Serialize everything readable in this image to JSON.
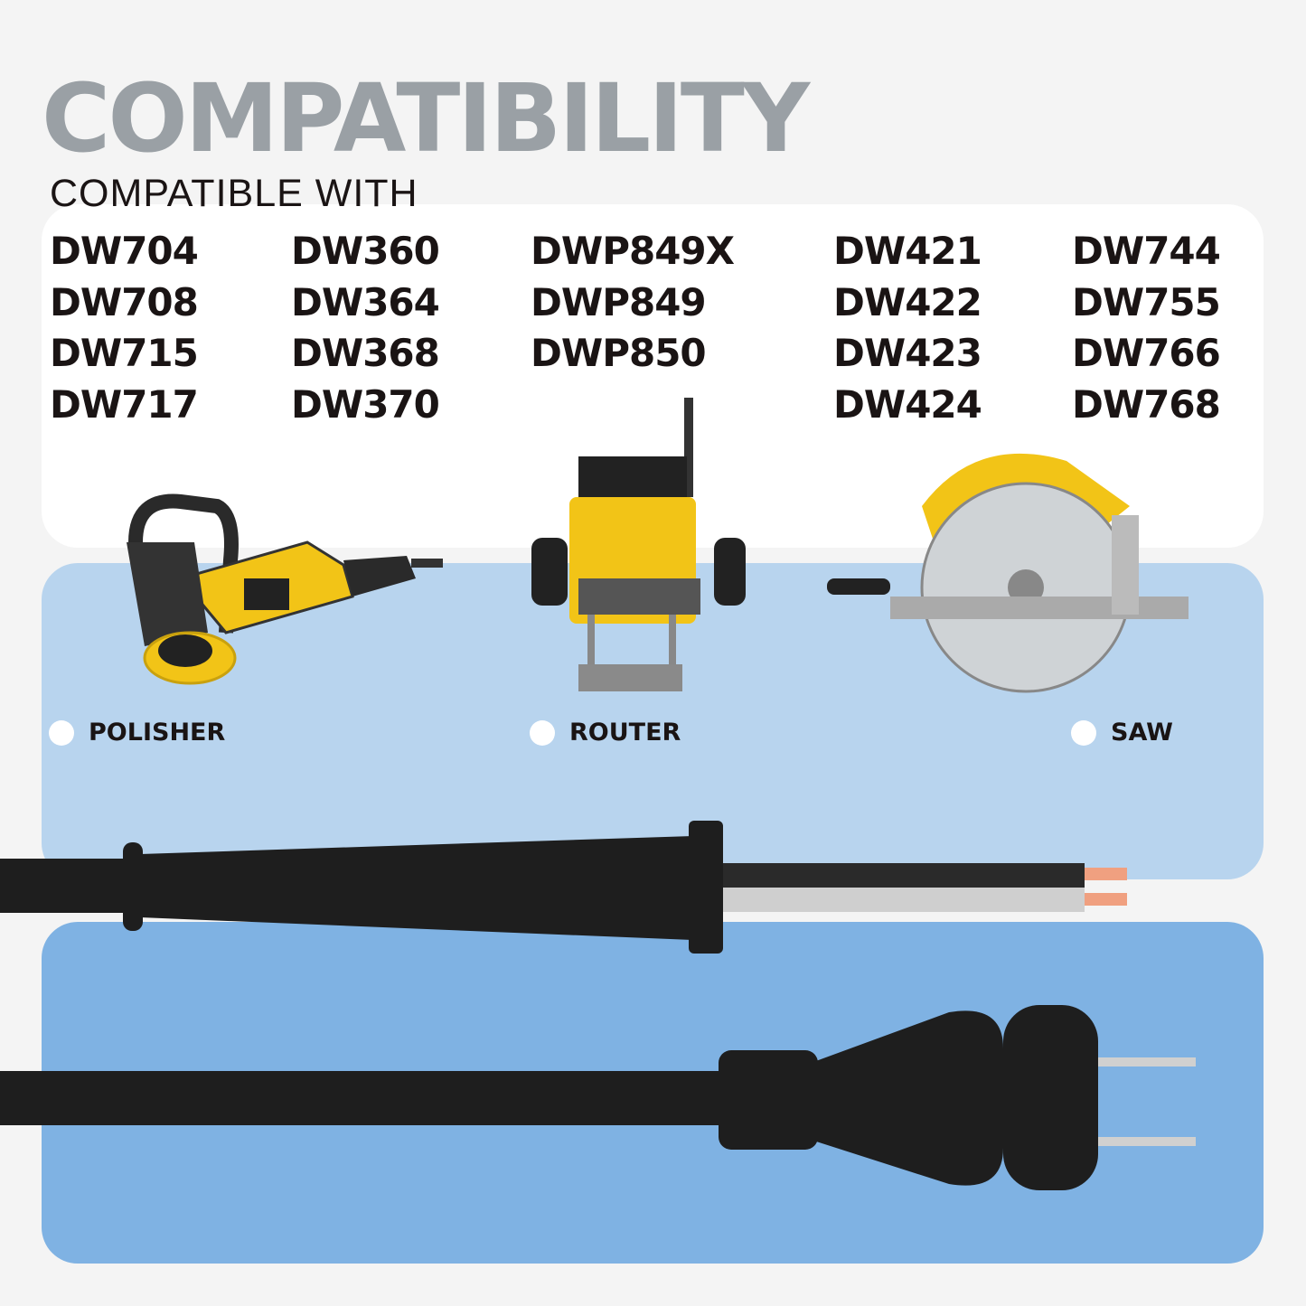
{
  "header": {
    "title": "COMPATIBILITY",
    "subtitle": "COMPATIBLE WITH"
  },
  "models": [
    [
      "DW704",
      "DW708",
      "DW715",
      "DW717"
    ],
    [
      "DW360",
      "DW364",
      "DW368",
      "DW370"
    ],
    [
      "DWP849X",
      "DWP849",
      "DWP850"
    ],
    [
      "DW421",
      "DW422",
      "DW423",
      "DW424"
    ],
    [
      "DW744",
      "DW755",
      "DW766",
      "DW768"
    ]
  ],
  "tools": [
    {
      "label": "POLISHER"
    },
    {
      "label": "ROUTER"
    },
    {
      "label": "SAW"
    }
  ],
  "colors": {
    "title": "#9aa0a5",
    "light_blue": "#b8d4ee",
    "blue": "#7fb2e3",
    "tool_yellow": "#f2c417",
    "cable": "#1e1e1e",
    "copper": "#f0a080"
  }
}
